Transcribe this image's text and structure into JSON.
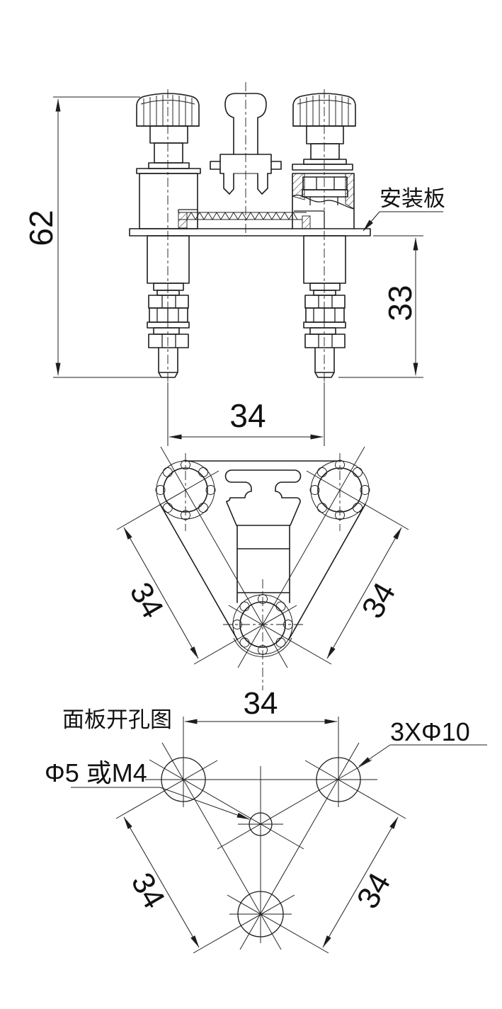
{
  "drawing": {
    "colors": {
      "line": "#1d1d1d",
      "background": "#ffffff"
    },
    "front_view": {
      "dim_total_height": "62",
      "dim_below_panel": "33",
      "dim_post_spacing": "34",
      "mounting_plate_label": "安装板"
    },
    "plan_view": {
      "dim_left": "34",
      "dim_right": "34"
    },
    "panel_cutout_view": {
      "title": "面板开孔图",
      "dim_horizontal": "34",
      "dim_left": "34",
      "dim_right": "34",
      "center_hole_label": "Φ5 或M4",
      "mount_holes_label": "3XΦ10"
    }
  }
}
